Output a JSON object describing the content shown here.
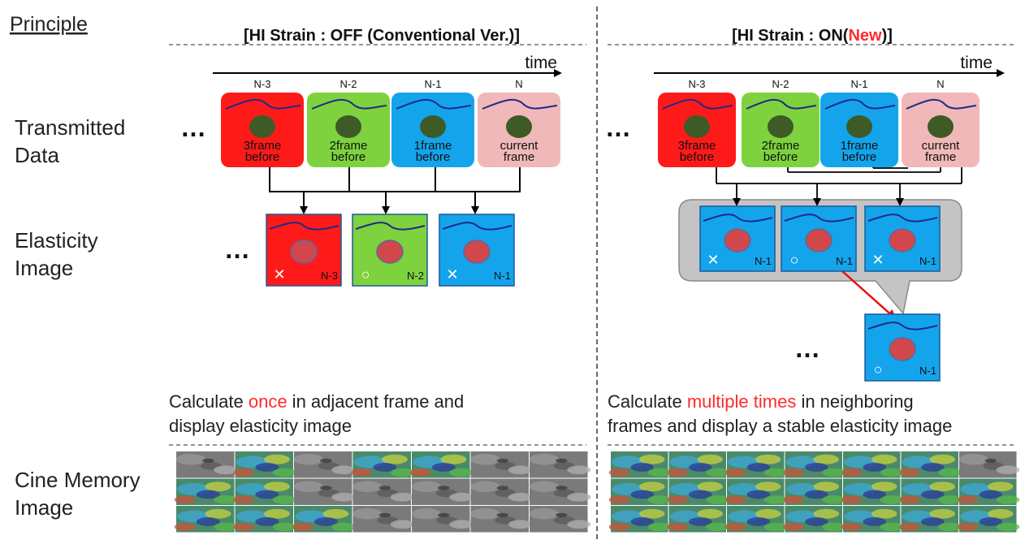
{
  "principle_label": "Principle",
  "left_title": "[HI Strain : OFF (Conventional Ver.)]",
  "right_title_prefix": "[HI Strain : ON(",
  "right_title_new": "New",
  "right_title_suffix": ")]",
  "time_label": "time",
  "ellipsis": "…",
  "row_labels": {
    "transmitted": [
      "Transmitted",
      "Data"
    ],
    "elasticity": [
      "Elasticity",
      "Image"
    ],
    "cine": [
      "Cine Memory",
      "Image"
    ]
  },
  "frame_headers": [
    "N-3",
    "N-2",
    "N-1",
    "N"
  ],
  "frame_captions": [
    [
      "3frame",
      "before"
    ],
    [
      "2frame",
      "before"
    ],
    [
      "1frame",
      "before"
    ],
    [
      "current",
      "frame"
    ]
  ],
  "left_elasticity_labels": [
    "N-3",
    "N-2",
    "N-1"
  ],
  "left_elasticity_marks": [
    "✕",
    "○",
    "✕"
  ],
  "right_elasticity_labels": [
    "N-1",
    "N-1",
    "N-1"
  ],
  "right_elasticity_marks": [
    "✕",
    "○",
    "✕"
  ],
  "right_output_label": "N-1",
  "right_output_mark": "○",
  "left_caption": {
    "pre": "Calculate ",
    "highlight": "once",
    "post": " in adjacent frame and",
    "line2": "display elasticity image"
  },
  "right_caption": {
    "pre": "Calculate ",
    "highlight": "multiple times",
    "post": " in neighboring",
    "line2": "frames and display a stable elasticity image"
  },
  "cine_left_pattern": [
    [
      0,
      1,
      0,
      1,
      1,
      0,
      0
    ],
    [
      1,
      1,
      0,
      0,
      0,
      0,
      0
    ],
    [
      1,
      1,
      1,
      0,
      0,
      0,
      0
    ]
  ],
  "cine_right_pattern": [
    [
      1,
      1,
      1,
      1,
      1,
      1,
      0
    ],
    [
      1,
      1,
      1,
      1,
      1,
      1,
      1
    ],
    [
      1,
      1,
      1,
      1,
      1,
      1,
      1
    ]
  ],
  "colors": {
    "red": "#ff1a1a",
    "green": "#7ed23e",
    "blue": "#14a4ec",
    "pink": "#f0b8b8",
    "highlight": "#ff2b2b",
    "lesion_dark": "#3e5a26",
    "lesion_red": "#d0484c",
    "curve": "#1e2a8a",
    "gray_panel": "#c4c4c4"
  }
}
